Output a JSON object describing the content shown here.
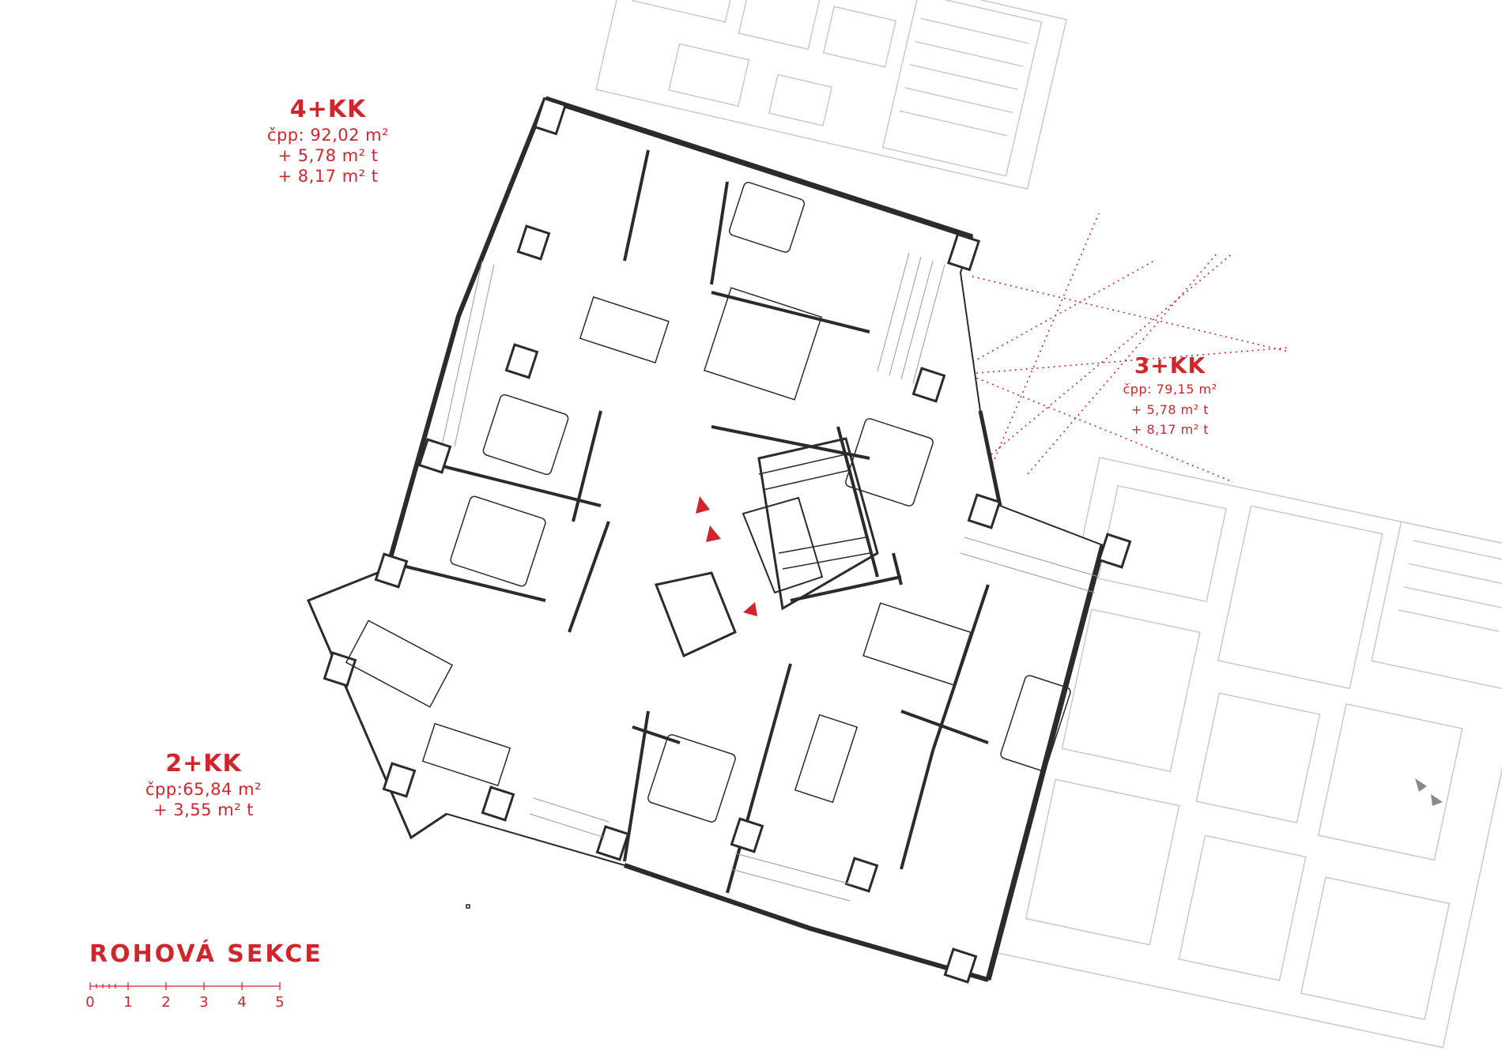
{
  "units": [
    {
      "name": "4+KK",
      "lines": [
        "čpp: 92,02 m²",
        "+ 5,78 m² t",
        "+ 8,17 m² t"
      ]
    },
    {
      "name": "3+KK",
      "lines": [
        "čpp: 79,15 m²",
        "+ 5,78 m² t",
        "+ 8,17 m² t"
      ]
    },
    {
      "name": "2+KK",
      "lines": [
        "čpp:65,84 m²",
        "+ 3,55 m² t"
      ]
    }
  ],
  "section_title": "ROHOVÁ SEKCE",
  "scale_bar": {
    "labels": [
      "0",
      "1",
      "2",
      "3",
      "4",
      "5"
    ]
  },
  "colors": {
    "accent": "#d0262b",
    "line": "#2b2b2b",
    "context": "#c8c8c8"
  }
}
